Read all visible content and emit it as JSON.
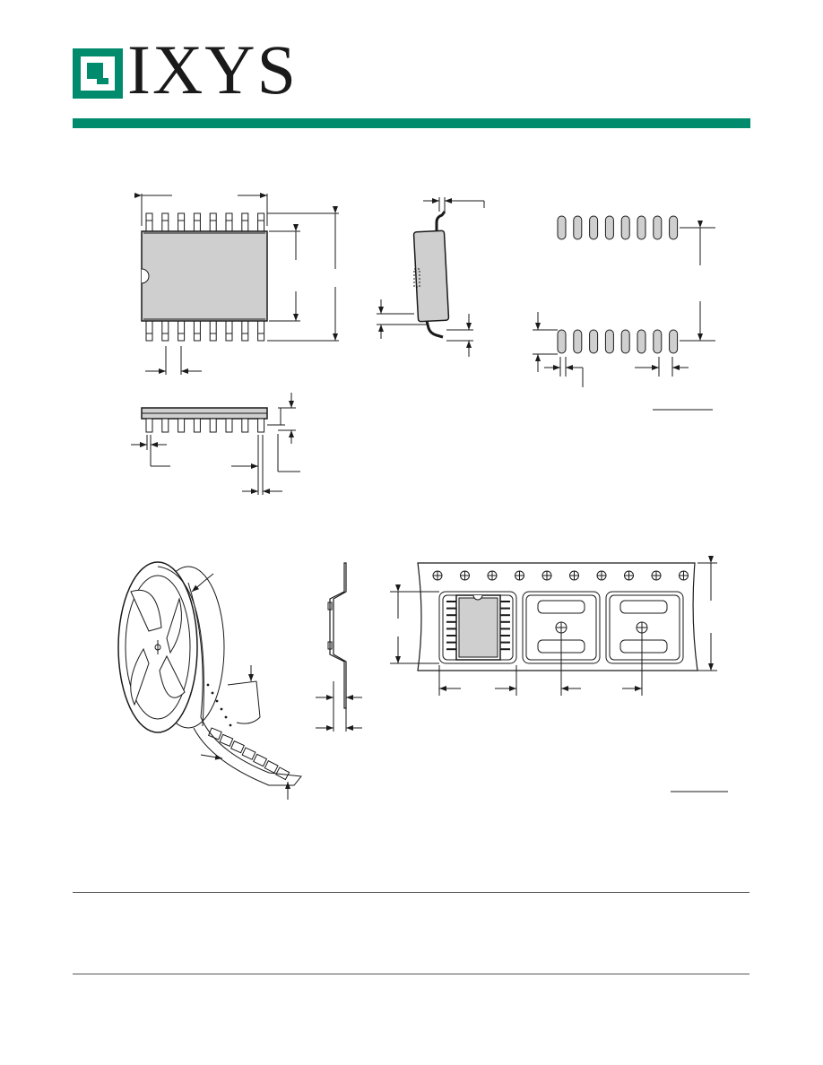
{
  "brand": {
    "name": "IXYS",
    "mark_icon": "ixys-logo-square-icon",
    "accent_color": "#008c6c",
    "text_color": "#1a1a1a"
  },
  "drawing_color": "#1a1a1a",
  "figures": [
    {
      "name": "package-top-view",
      "pins_per_side": 8
    },
    {
      "name": "package-side-view"
    },
    {
      "name": "package-end-view"
    },
    {
      "name": "pcb-land-pattern",
      "pads_per_row": 8
    },
    {
      "name": "tape-and-reel"
    },
    {
      "name": "carrier-tape-cross-section"
    },
    {
      "name": "carrier-tape-top-view",
      "sprocket_holes": 10,
      "pockets": 3
    }
  ]
}
